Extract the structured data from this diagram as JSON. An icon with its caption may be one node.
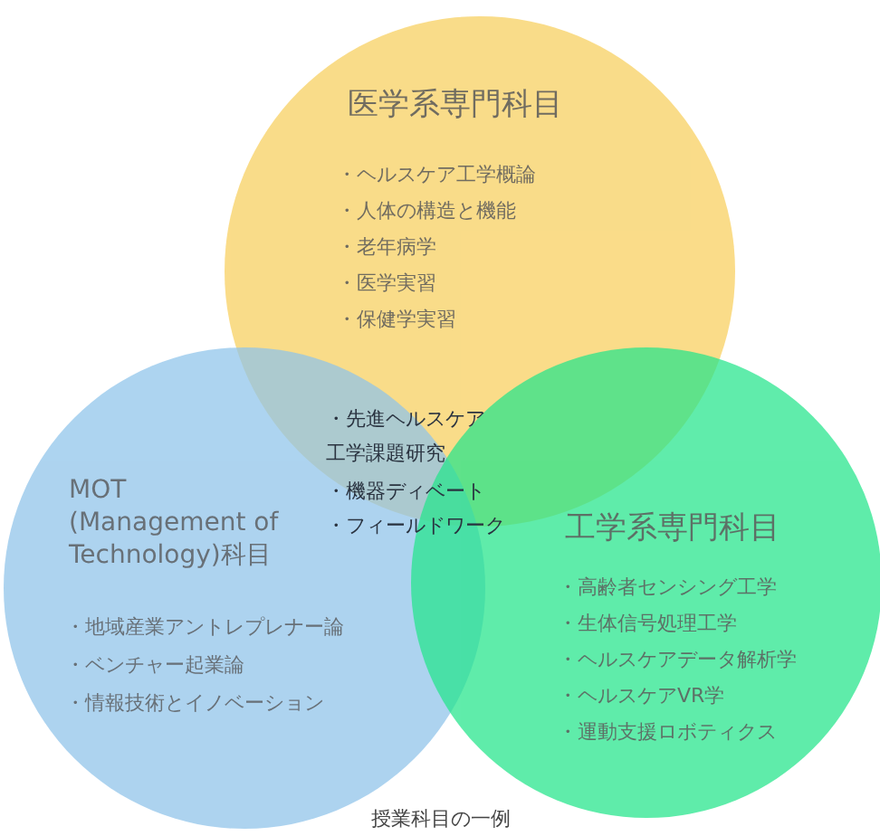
{
  "diagram": {
    "caption": "授業科目の一例",
    "nodes": [
      {
        "text": [
          "医学系専門科目",
          "・ヘルスケア工学概論",
          "・人体の構造と機能",
          "・老年病学",
          "・医学実習",
          "・保健学実習"
        ]
      },
      {
        "text": [
          "MOT (Management of Technology)科目",
          "・地域産業アントレプレナー論",
          "・ベンチャー起業論",
          "・情報技術とイノベーション"
        ]
      },
      {
        "text": [
          "工学系専門科目",
          "・高齢者センシング工学",
          "・生体信号処理工学",
          "・ヘルスケアデータ解析学",
          "・ヘルスケアVR学",
          "・運動支援ロボティクス"
        ]
      }
    ],
    "labels": [
      "・先進ヘルスケア工学課題研究",
      "・機器ディベート",
      "・フィールドワーク"
    ]
  }
}
